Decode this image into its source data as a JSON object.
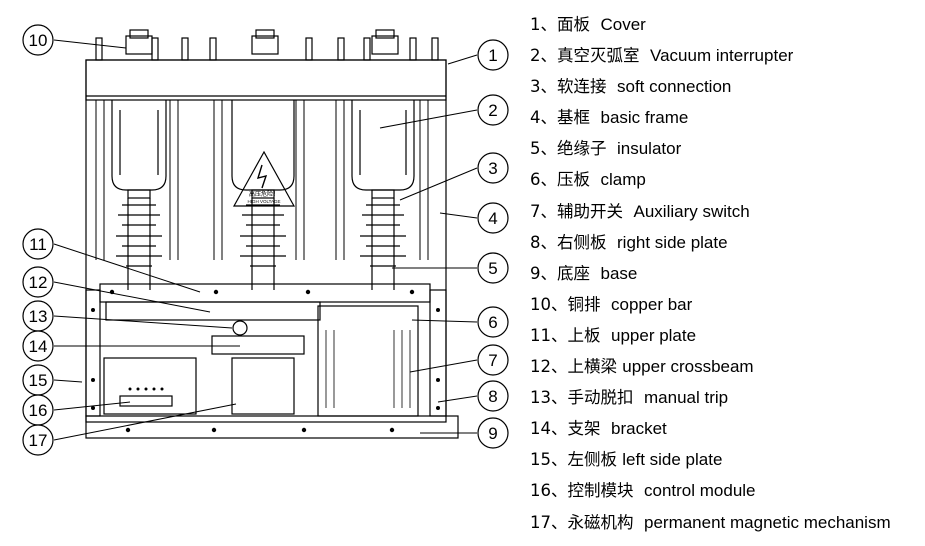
{
  "legend": [
    {
      "num": "1",
      "sep": "、",
      "cn": "面板",
      "en": "Cover"
    },
    {
      "num": "2",
      "sep": "、",
      "cn": "真空灭弧室",
      "en": "Vacuum interrupter"
    },
    {
      "num": "3",
      "sep": "、",
      "cn": "软连接",
      "en": "soft connection"
    },
    {
      "num": "4",
      "sep": "、",
      "cn": "基框",
      "en": "basic frame"
    },
    {
      "num": "5",
      "sep": "、",
      "cn": "绝缘子",
      "en": "insulator"
    },
    {
      "num": "6",
      "sep": "、",
      "cn": "压板",
      "en": "clamp"
    },
    {
      "num": "7",
      "sep": "、",
      "cn": "辅助开关",
      "en": "Auxiliary switch"
    },
    {
      "num": "8",
      "sep": "、",
      "cn": "右侧板",
      "en": "right side plate"
    },
    {
      "num": "9",
      "sep": "、",
      "cn": "底座",
      "en": "base"
    },
    {
      "num": "10",
      "sep": "、",
      "cn": "铜排",
      "en": "copper bar"
    },
    {
      "num": "11",
      "sep": "、",
      "cn": "上板",
      "en": "upper plate"
    },
    {
      "num": "12",
      "sep": "、",
      "cn": "上横梁",
      "en": "upper crossbeam"
    },
    {
      "num": "13",
      "sep": "、",
      "cn": "手动脱扣",
      "en": "manual trip"
    },
    {
      "num": "14",
      "sep": "、",
      "cn": "支架",
      "en": "bracket"
    },
    {
      "num": "15",
      "sep": "、",
      "cn": "左侧板",
      "en": "left side plate"
    },
    {
      "num": "16",
      "sep": "、",
      "cn": "控制模块",
      "en": "control module"
    },
    {
      "num": "17",
      "sep": "、",
      "cn": "永磁机构",
      "en": "permanent magnetic mechanism"
    }
  ],
  "callouts": [
    "1",
    "2",
    "3",
    "4",
    "5",
    "6",
    "7",
    "8",
    "9",
    "10",
    "11",
    "12",
    "13",
    "14",
    "15",
    "16",
    "17"
  ],
  "warning_sign": {
    "line1": "高压危险！",
    "line2": "HIGH VOLTAGE"
  }
}
